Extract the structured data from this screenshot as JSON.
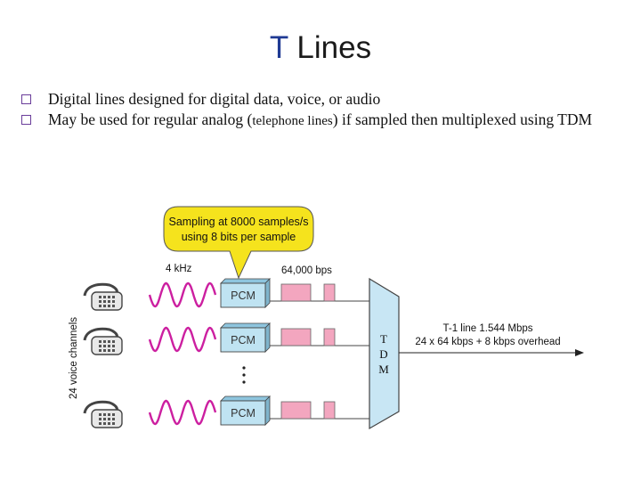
{
  "slide": {
    "title_letter": "T",
    "title_rest": "Lines",
    "bullets": [
      {
        "text": "Digital lines designed for digital data, voice, or audio"
      },
      {
        "pre": "May be used for regular analog (",
        "small": "telephone lines",
        "post": ") if sampled then multiplexed using TDM"
      }
    ]
  },
  "diagram": {
    "callout_line1": "Sampling at 8000 samples/s",
    "callout_line2": "using 8 bits per sample",
    "freq_label": "4 kHz",
    "rate_label": "64,000 bps",
    "pcm_label": "PCM",
    "side_label": "24 voice channels",
    "tdm_letters": [
      "T",
      "D",
      "M"
    ],
    "output_line1": "T-1 line 1.544 Mbps",
    "output_line2": "24 x 64 kbps + 8 kbps overhead",
    "colors": {
      "callout_fill": "#f5e31d",
      "wave": "#cc1fa0",
      "pcm_fill": "#bfe3f2",
      "pcm_top": "#8ec5de",
      "pulse_fill": "#f3a6bf",
      "tdm_fill": "#c8e6f4",
      "phone_stroke": "#444444"
    }
  }
}
